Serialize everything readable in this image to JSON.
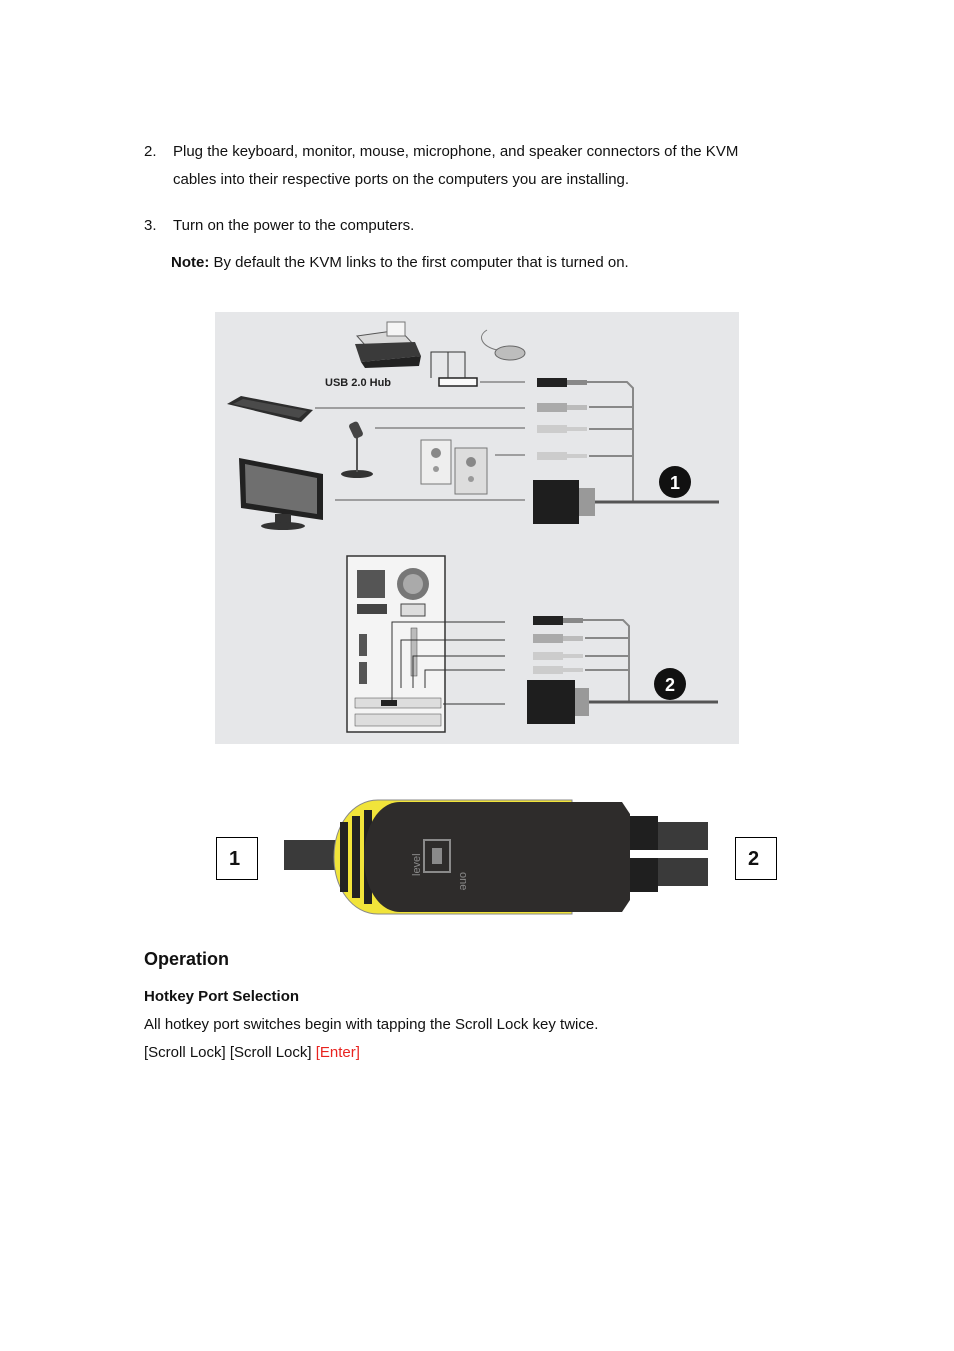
{
  "steps": [
    {
      "num": "2.",
      "lines": [
        "Plug the keyboard, monitor, mouse, microphone, and speaker connectors of the KVM",
        "cables into their respective ports on the computers you are installing."
      ]
    },
    {
      "num": "3.",
      "lines": [
        "Turn on the power to the computers."
      ]
    }
  ],
  "note": {
    "label": "Note:",
    "text": " By default the KVM links to the first computer that is turned on."
  },
  "diagram": {
    "hub_label": "USB 2.0 Hub",
    "badge_1": "1",
    "badge_2": "2"
  },
  "adapter": {
    "brand_line1": "level",
    "brand_line2": "one",
    "port_1": "1",
    "port_2": "2"
  },
  "operation": {
    "heading": "Operation",
    "subheading": "Hotkey Port Selection",
    "body": "All hotkey port switches begin with tapping the Scroll Lock key twice.",
    "hotkey_plain": "[Scroll Lock] [Scroll Lock] ",
    "hotkey_enter": "[Enter]",
    "accent_color": "#e8231f"
  }
}
